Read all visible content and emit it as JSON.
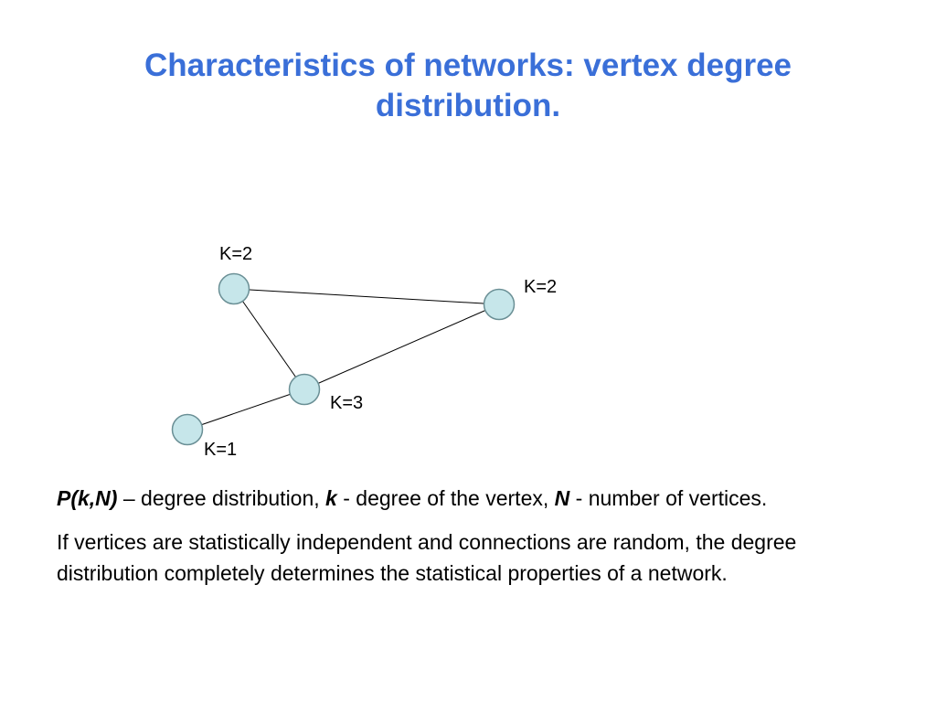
{
  "slide": {
    "title": "Characteristics of networks: vertex degree distribution.",
    "title_color": "#3a6fd8"
  },
  "diagram": {
    "node_fill": "#c6e6ea",
    "node_stroke": "#6a8f95",
    "edge_color": "#000000",
    "node_labels": {
      "top_left": "K=2",
      "right": "K=2",
      "center": "K=3",
      "bottom_left": "K=1"
    }
  },
  "body": {
    "p1": {
      "term1": "P(k,N)",
      "text1": " – degree distribution, ",
      "term2": "k",
      "text2": " - degree of the vertex, ",
      "term3": "N",
      "text3": " - number of vertices."
    },
    "p2": "If vertices are statistically independent and connections are random, the degree distribution completely determines the statistical properties of a network."
  }
}
